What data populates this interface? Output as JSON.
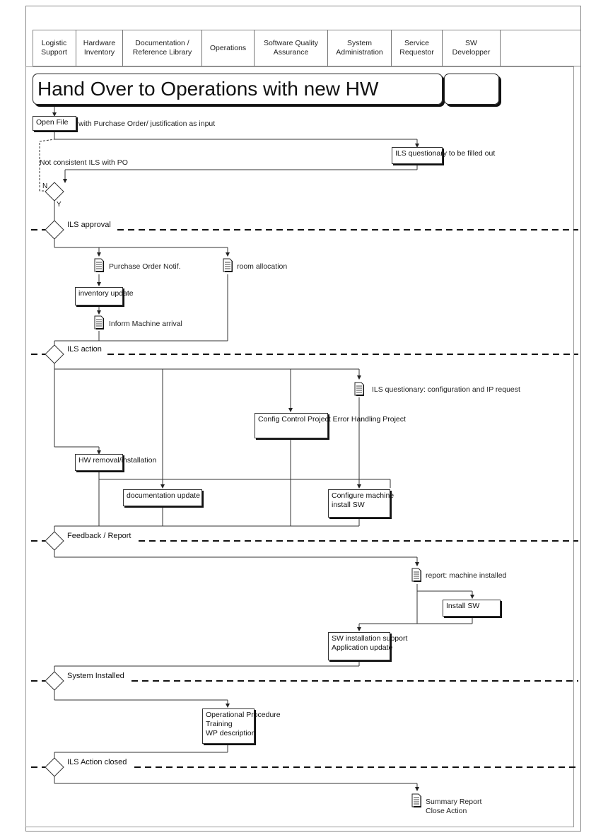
{
  "lanes": [
    {
      "label": "Logistic\nSupport"
    },
    {
      "label": "Hardware\nInventory"
    },
    {
      "label": "Documentation /\nReference Library"
    },
    {
      "label": "Operations"
    },
    {
      "label": "Software Quality\nAssurance"
    },
    {
      "label": "System\nAdministration"
    },
    {
      "label": "Service\nRequestor"
    },
    {
      "label": "SW\nDevelopper"
    }
  ],
  "title": "Hand Over to Operations with new HW",
  "flow": {
    "open_file": "Open File",
    "open_file_note": "with Purchase Order/ justification as input",
    "ils_questionary": "ILS questionary to be filled out",
    "not_consistent": "Not consistent ILS with PO",
    "n": "N",
    "y": "Y",
    "gate_ils_approval": "ILS approval",
    "purchase_order_notif": "Purchase Order Notif.",
    "room_allocation": "room allocation",
    "inventory_update": "inventory update",
    "inform_machine_arrival": "Inform Machine arrival",
    "gate_ils_action": "ILS action",
    "ils_questionary_config": "ILS questionary: configuration and IP request",
    "config_control": "Config Control Project\nError Handling Project",
    "hw_removal": "HW removal/installation",
    "documentation_update": "documentation update",
    "configure_machine": "Configure machine\ninstall SW",
    "gate_feedback": "Feedback / Report",
    "report_machine_installed": "report: machine installed",
    "install_sw": "Install SW",
    "sw_installation_support": "SW installation support\nApplication update",
    "gate_system_installed": "System Installed",
    "operational_procedure": "Operational Procedure\nTraining\nWP description",
    "gate_ils_action_closed": "ILS Action closed",
    "summary_report": "Summary Report\nClose Action"
  }
}
